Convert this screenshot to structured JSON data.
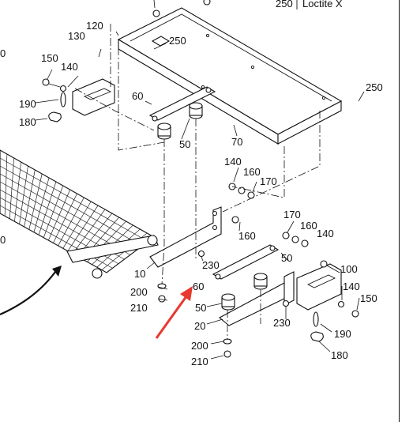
{
  "callouts": {
    "c250_top": "250",
    "legend_text": "Loctite X",
    "c120": "120",
    "c130": "130",
    "c250_mid": "250",
    "c150_left": "150",
    "c140_left": "140",
    "c190_left": "190",
    "c180_left": "180",
    "c60_top": "60",
    "c50_top": "50",
    "c70": "70",
    "c250_right": "250",
    "c140_center": "140",
    "c160_center": "160",
    "c170_center": "170",
    "c160_bracket": "160",
    "c170_right": "170",
    "c160_right": "160",
    "c140_right": "140",
    "c230_left": "230",
    "c50_right": "50",
    "c10": "10",
    "c100": "100",
    "c60_low": "60",
    "c140_lowright": "140",
    "c200_left": "200",
    "c150_right": "150",
    "c210_left": "210",
    "c50_low": "50",
    "c20": "20",
    "c230_right": "230",
    "c190_right": "190",
    "c200_low": "200",
    "c180_right": "180",
    "c210_low": "210",
    "edge_0_upper": "0",
    "edge_0_lower": "0"
  },
  "colors": {
    "line": "#111111",
    "arrow_red": "#e8382f",
    "background": "#ffffff"
  }
}
